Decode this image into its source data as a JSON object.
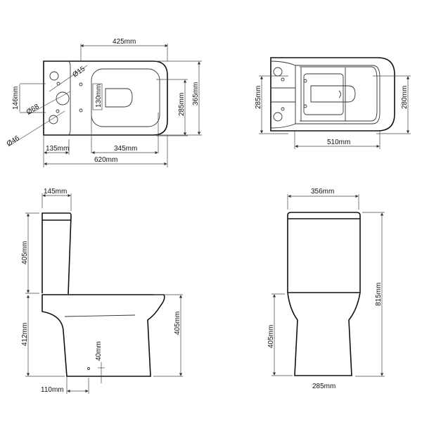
{
  "views": {
    "top_left": {
      "width": "620mm",
      "tank_depth": "135mm",
      "seat_length": "345mm",
      "overall_to_rim": "425mm",
      "outlet_offset": "146mm",
      "total_depth": "365mm",
      "seat_width": "285mm",
      "fixing_spacing": "130mm",
      "hole_small": "Ø15",
      "hole_large": "Ø68",
      "hole_medium": "Ø46"
    },
    "top_right": {
      "seat_length": "510mm",
      "width_left": "285mm",
      "width_right": "280mm"
    },
    "side": {
      "tank_depth": "145mm",
      "tank_height": "405mm",
      "pan_height": "412mm",
      "seat_height": "405mm",
      "outlet_height": "40mm",
      "outlet_offset": "110mm"
    },
    "front": {
      "width": "356mm",
      "total_height": "815mm",
      "pan_height": "405mm",
      "base_width": "285mm"
    }
  }
}
